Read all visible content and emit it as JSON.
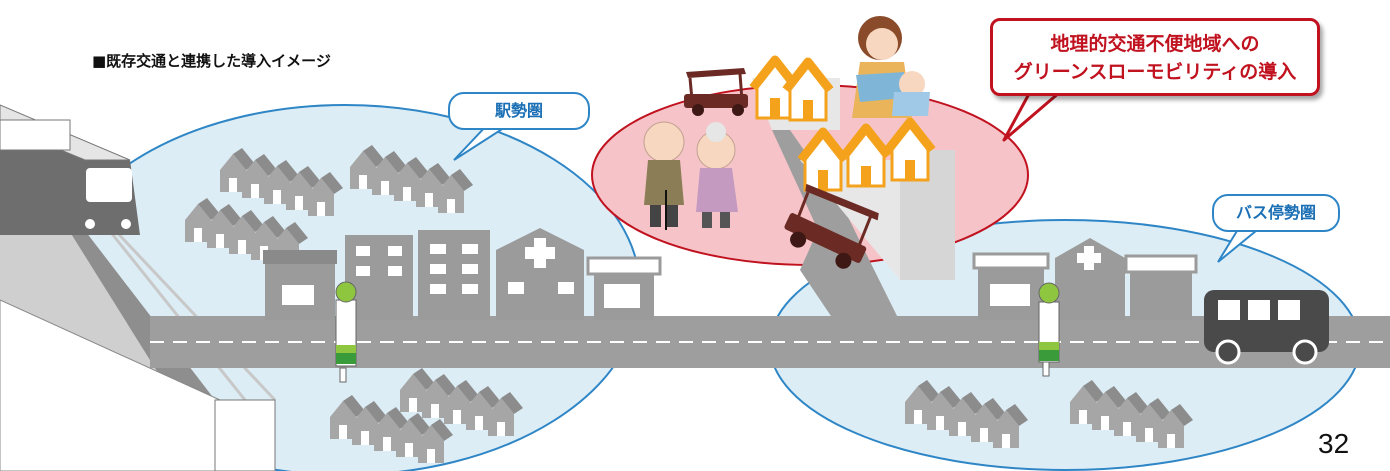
{
  "caption": "■既存交通と連携した導入イメージ",
  "station_area_label": "駅勢圏",
  "bus_stop_area_label": "バス停勢圏",
  "callout": {
    "line1": "地理的交通不便地域への",
    "line2": "グリーンスローモビリティの導入"
  },
  "page_number": "32",
  "colors": {
    "area_fill": "#dcedf6",
    "area_stroke": "#2f86c6",
    "inconvenient_fill": "#f6c4c8",
    "inconvenient_stroke": "#c0121f",
    "road": "#9e9e9e",
    "building": "#9b9b9b",
    "roof_orange": "#f4a21c",
    "bus_stop_green": "#8ec63f"
  },
  "icons": [
    "train-icon",
    "bus-icon",
    "golf-cart-icon",
    "bus-stop-icon",
    "house-icon",
    "building-icon",
    "hospital-icon",
    "shop-icon",
    "elderly-couple-icon",
    "mother-baby-icon"
  ]
}
